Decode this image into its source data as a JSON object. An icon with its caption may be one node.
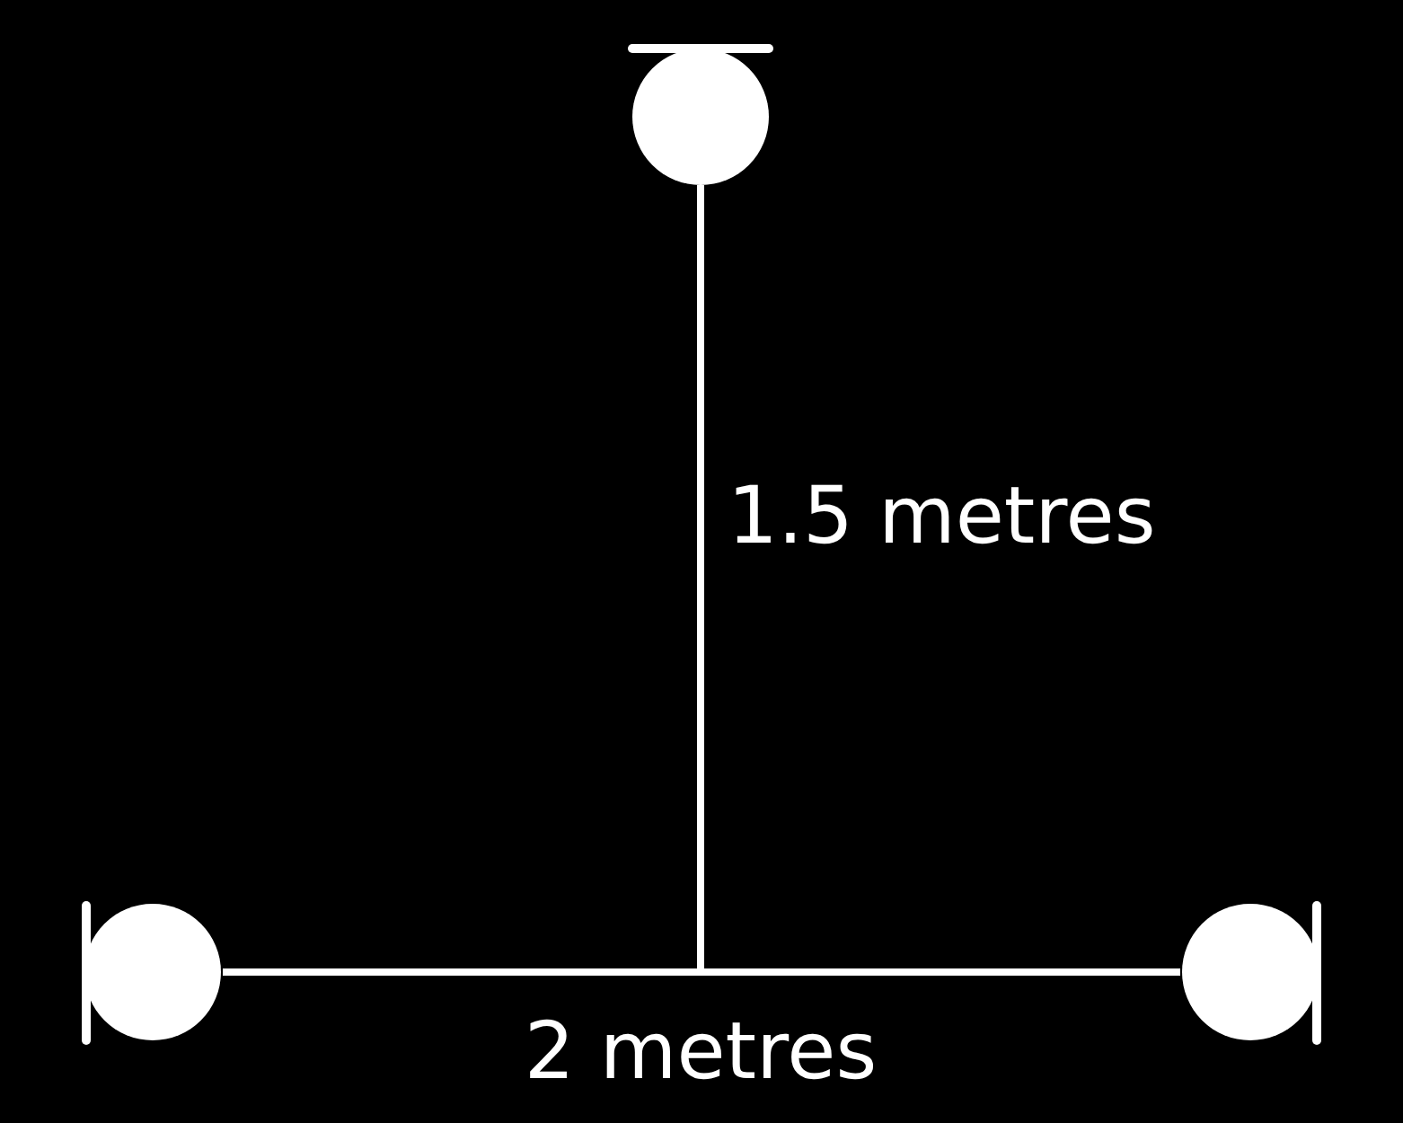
{
  "diagram": {
    "nodes": [
      {
        "text": [],
        "shape": "circle"
      },
      {
        "text": [],
        "shape": "circle"
      },
      {
        "text": [],
        "shape": "circle"
      }
    ],
    "labels": [
      "1.5 metres",
      "2 metres"
    ]
  }
}
